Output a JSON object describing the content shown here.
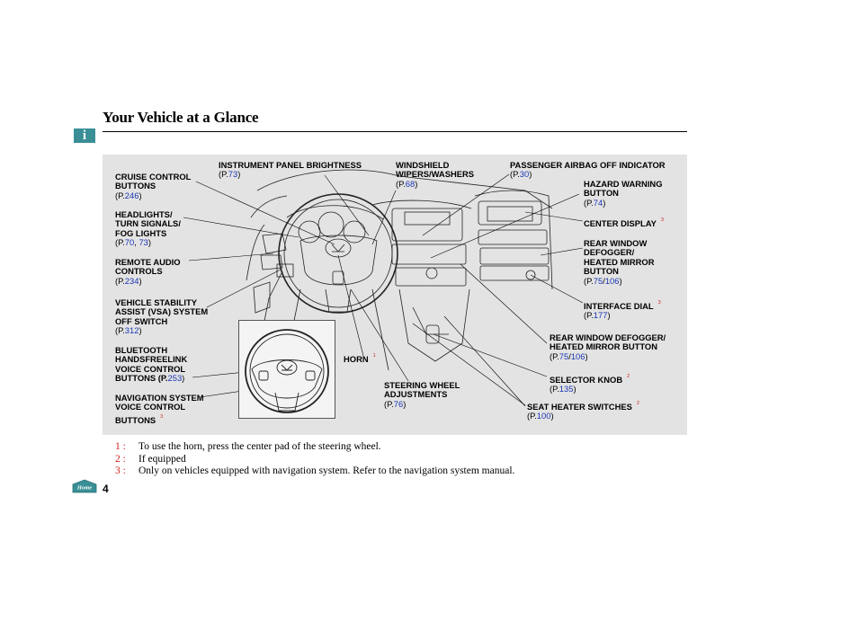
{
  "page": {
    "title": "Your Vehicle at a Glance",
    "info_icon": "i",
    "page_number": "4",
    "home_label": "Home"
  },
  "labels": {
    "cruise": {
      "lines": [
        "CRUISE CONTROL",
        "BUTTONS"
      ],
      "pages": [
        "246"
      ]
    },
    "headlights": {
      "lines": [
        "HEADLIGHTS/",
        "TURN SIGNALS/",
        "FOG LIGHTS"
      ],
      "pages": [
        "70",
        "73"
      ],
      "sep": ", "
    },
    "audio": {
      "lines": [
        "REMOTE AUDIO",
        "CONTROLS"
      ],
      "pages": [
        "234"
      ]
    },
    "vsa": {
      "lines": [
        "VEHICLE STABILITY",
        "ASSIST (VSA) SYSTEM",
        "OFF SWITCH"
      ],
      "pages": [
        "312"
      ]
    },
    "bluetooth": {
      "lines": [
        "BLUETOOTH",
        "HANDSFREELINK",
        "VOICE CONTROL",
        "BUTTONS (P."
      ],
      "pages": [
        "253"
      ]
    },
    "navvoice": {
      "lines": [
        "NAVIGATION SYSTEM",
        "VOICE CONTROL",
        "BUTTONS"
      ],
      "note": "3"
    },
    "brightness": {
      "lines": [
        "INSTRUMENT PANEL BRIGHTNESS"
      ],
      "pages": [
        "73"
      ]
    },
    "wipers": {
      "lines": [
        "WINDSHIELD",
        "WIPERS/WASHERS"
      ],
      "pages": [
        "68"
      ]
    },
    "airbag": {
      "lines": [
        "PASSENGER AIRBAG OFF INDICATOR"
      ],
      "pages": [
        "30"
      ]
    },
    "hazard": {
      "lines": [
        "HAZARD WARNING",
        "BUTTON"
      ],
      "pages": [
        "74"
      ]
    },
    "display": {
      "lines": [
        "CENTER DISPLAY"
      ],
      "note": "3"
    },
    "defogger": {
      "lines": [
        "REAR WINDOW",
        "DEFOGGER/",
        "HEATED MIRROR",
        "BUTTON"
      ],
      "pages": [
        "75",
        "106"
      ],
      "sep": "/"
    },
    "dial": {
      "lines": [
        "INTERFACE DIAL"
      ],
      "note": "3",
      "pages": [
        "177"
      ]
    },
    "defogger2": {
      "lines": [
        "REAR WINDOW DEFOGGER/",
        "HEATED MIRROR BUTTON"
      ],
      "pages": [
        "75",
        "106"
      ],
      "sep": "/"
    },
    "selector": {
      "lines": [
        "SELECTOR KNOB"
      ],
      "note": "2",
      "pages": [
        "135"
      ]
    },
    "seat": {
      "lines": [
        "SEAT HEATER SWITCHES"
      ],
      "note": "2",
      "pages": [
        "100"
      ]
    },
    "horn": {
      "lines": [
        "HORN"
      ],
      "note": "1"
    },
    "steering": {
      "lines": [
        "STEERING WHEEL",
        "ADJUSTMENTS"
      ],
      "pages": [
        "76"
      ]
    }
  },
  "notes": [
    {
      "num": "1 :",
      "text": "To use the horn, press the center pad of the steering wheel."
    },
    {
      "num": "2 :",
      "text": "If equipped"
    },
    {
      "num": "3 :",
      "text": "Only on vehicles equipped with navigation system. Refer to the navigation system manual."
    }
  ],
  "colors": {
    "link": "#1a35b5",
    "note": "#d02020",
    "panel": "#e3e3e3",
    "badge": "#3a8f96"
  }
}
